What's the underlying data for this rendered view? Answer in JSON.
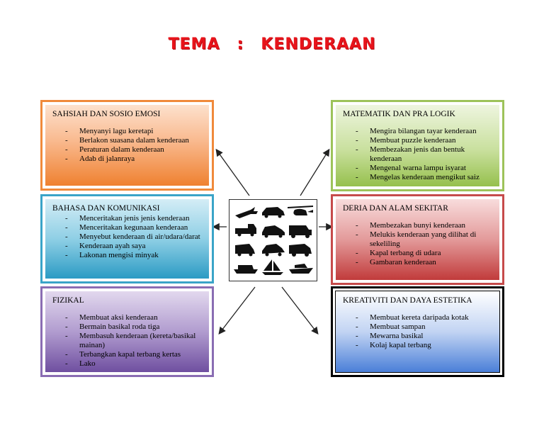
{
  "title": {
    "left": "TEMA",
    "sep": ":",
    "right": "KENDERAAN"
  },
  "center": {
    "image": "vehicles-collage",
    "watermark": ""
  },
  "boxes": [
    {
      "id": "sahsiah",
      "heading": "SAHSIAH DAN SOSIO EMOSI",
      "items": [
        "Menyanyi lagu keretapi",
        "Berlakon suasana dalam kenderaan",
        "Peraturan dalam kenderaan",
        "Adab di jalanraya"
      ]
    },
    {
      "id": "bahasa",
      "heading": "BAHASA DAN KOMUNIKASI",
      "items": [
        "Menceritakan jenis jenis kenderaan",
        "Menceritakan kegunaan kenderaan",
        "Menyebut kenderaan di air/udara/darat",
        "Kenderaan ayah saya",
        "Lakonan mengisi minyak"
      ]
    },
    {
      "id": "fizikal",
      "heading": "FIZIKAL",
      "items": [
        "Membuat aksi kenderaan",
        "Bermain basikal roda tiga",
        "Membasuh kenderaan (kereta/basikal mainan)",
        "Terbangkan kapal terbang kertas",
        "Lako"
      ]
    },
    {
      "id": "matematik",
      "heading": "MATEMATIK DAN PRA LOGIK",
      "items": [
        "Mengira bilangan tayar kenderaan",
        "Membuat puzzle kenderaan",
        "Membezakan jenis dan bentuk kenderaan",
        "Mengenal warna lampu isyarat",
        "Mengelas kenderaan mengikut saiz"
      ]
    },
    {
      "id": "deria",
      "heading": "DERIA DAN ALAM SEKITAR",
      "items": [
        "Membezakan bunyi kenderaan",
        "Melukis kenderaan yang dilihat di sekeliling",
        "Kapal terbang di udara",
        "Gambaran kenderaan"
      ]
    },
    {
      "id": "kreativiti",
      "heading": "KREATIVITI DAN DAYA ESTETIKA",
      "items": [
        "Membuat kereta  daripada kotak",
        "Membuat sampan",
        "Mewarna basikal",
        "Kolaj kapal terbang"
      ]
    }
  ]
}
